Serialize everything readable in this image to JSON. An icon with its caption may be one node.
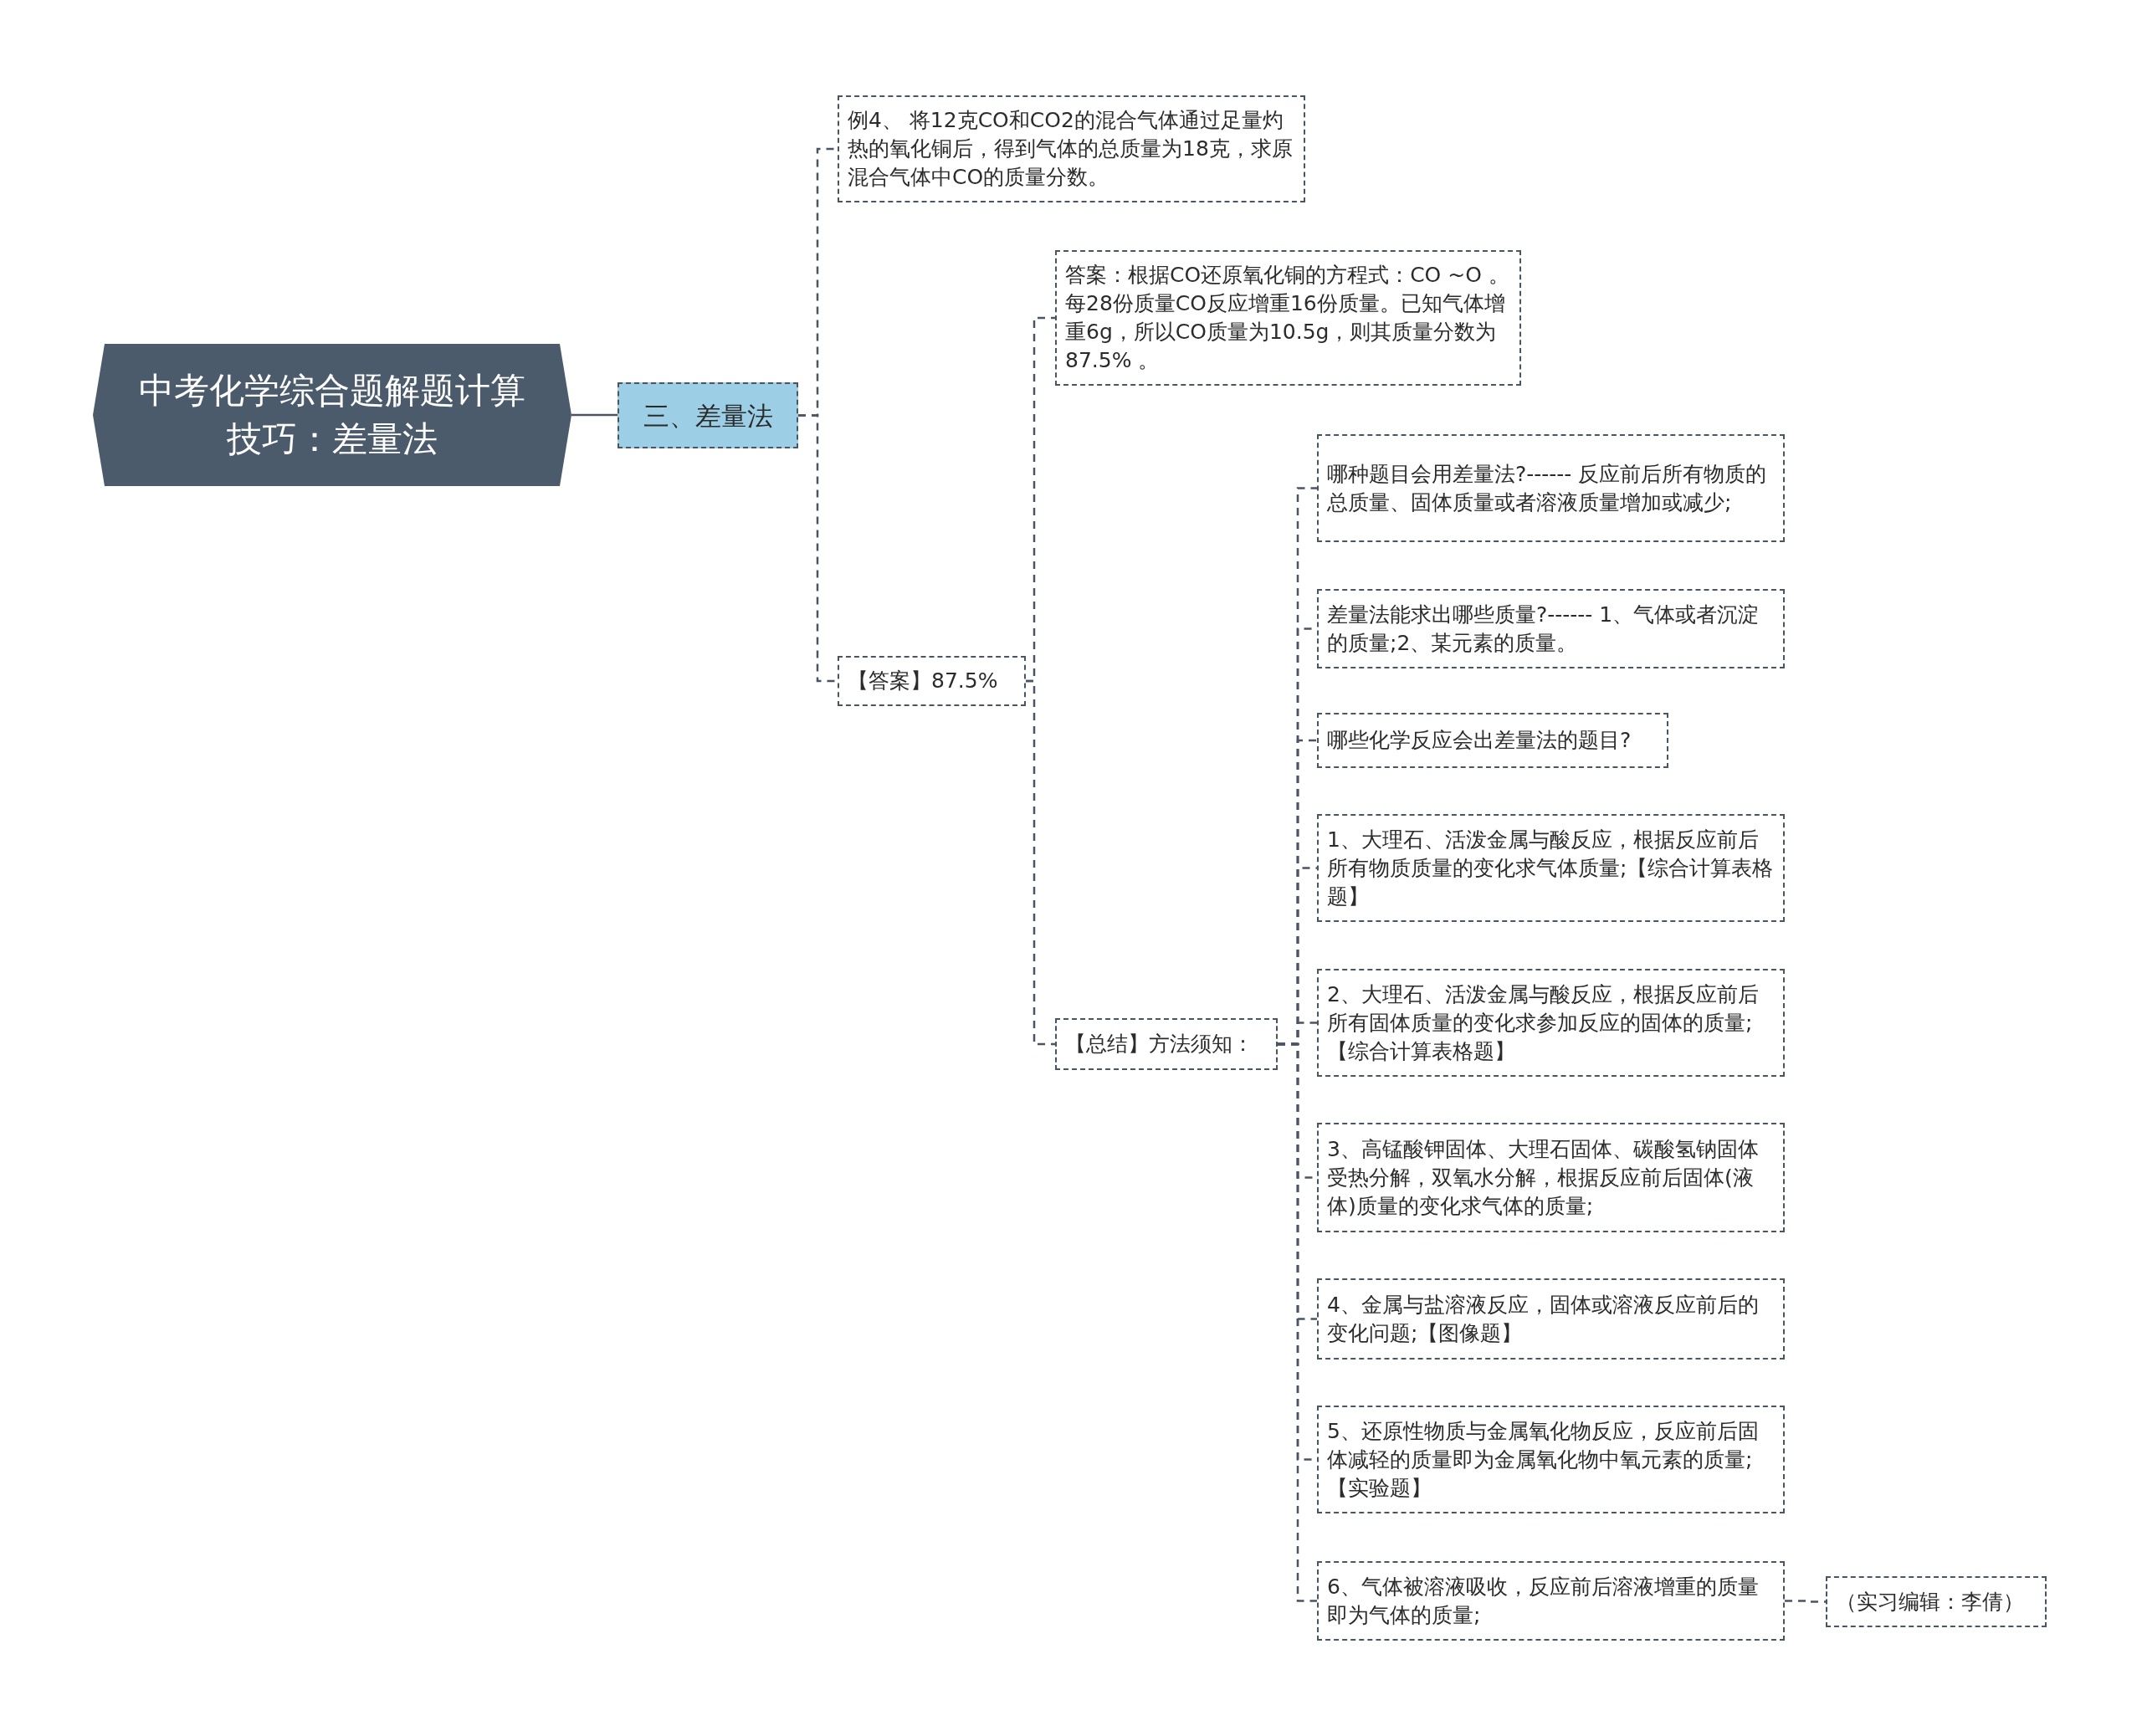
{
  "diagram": {
    "nodes": [
      {
        "text": [
          "中考化学综合题解题计算技巧：差量法"
        ]
      },
      {
        "text": [
          "三、差量法"
        ]
      },
      {
        "text": [
          "例4、 将12克CO和CO2的混合气体通过足量灼热的氧化铜后，得到气体的总质量为18克，求原混合气体中CO的质量分数。"
        ]
      },
      {
        "text": [
          "【答案】87.5%"
        ]
      },
      {
        "text": [
          "答案：根据CO还原氧化铜的方程式：CO ~O 。每28份质量CO反应增重16份质量。已知气体增重6g，所以CO质量为10.5g，则其质量分数为87.5% 。"
        ]
      },
      {
        "text": [
          "【总结】方法须知："
        ]
      },
      {
        "text": [
          "哪种题目会用差量法?------ 反应前后所有物质的总质量、固体质量或者溶液质量增加或减少;"
        ]
      },
      {
        "text": [
          "差量法能求出哪些质量?------ 1、气体或者沉淀的质量;2、某元素的质量。"
        ]
      },
      {
        "text": [
          "哪些化学反应会出差量法的题目?"
        ]
      },
      {
        "text": [
          "1、大理石、活泼金属与酸反应，根据反应前后所有物质质量的变化求气体质量;【综合计算表格题】"
        ]
      },
      {
        "text": [
          "2、大理石、活泼金属与酸反应，根据反应前后所有固体质量的变化求参加反应的固体的质量;【综合计算表格题】"
        ]
      },
      {
        "text": [
          "3、高锰酸钾固体、大理石固体、碳酸氢钠固体受热分解，双氧水分解，根据反应前后固体(液体)质量的变化求气体的质量;"
        ]
      },
      {
        "text": [
          "4、金属与盐溶液反应，固体或溶液反应前后的变化问题;【图像题】"
        ]
      },
      {
        "text": [
          "5、还原性物质与金属氧化物反应，反应前后固体减轻的质量即为金属氧化物中氧元素的质量;【实验题】"
        ]
      },
      {
        "text": [
          "6、气体被溶液吸收，反应前后溶液增重的质量即为气体的质量;"
        ]
      },
      {
        "text": [
          "（实习编辑：李倩）"
        ]
      }
    ],
    "edges": [
      {
        "from": 0,
        "to": 1,
        "arrow": "none"
      },
      {
        "from": 1,
        "to": 2,
        "arrow": "none",
        "style": "dashed"
      },
      {
        "from": 1,
        "to": 3,
        "arrow": "none",
        "style": "dashed"
      },
      {
        "from": 3,
        "to": 4,
        "arrow": "none",
        "style": "dashed"
      },
      {
        "from": 3,
        "to": 5,
        "arrow": "none",
        "style": "dashed"
      },
      {
        "from": 5,
        "to": 6,
        "arrow": "none",
        "style": "dashed"
      },
      {
        "from": 5,
        "to": 7,
        "arrow": "none",
        "style": "dashed"
      },
      {
        "from": 5,
        "to": 8,
        "arrow": "none",
        "style": "dashed"
      },
      {
        "from": 5,
        "to": 9,
        "arrow": "none",
        "style": "dashed"
      },
      {
        "from": 5,
        "to": 10,
        "arrow": "none",
        "style": "dashed"
      },
      {
        "from": 5,
        "to": 11,
        "arrow": "none",
        "style": "dashed"
      },
      {
        "from": 5,
        "to": 12,
        "arrow": "none",
        "style": "dashed"
      },
      {
        "from": 5,
        "to": 13,
        "arrow": "none",
        "style": "dashed"
      },
      {
        "from": 5,
        "to": 14,
        "arrow": "none",
        "style": "dashed"
      },
      {
        "from": 14,
        "to": 15,
        "arrow": "none",
        "style": "dashed"
      }
    ]
  }
}
